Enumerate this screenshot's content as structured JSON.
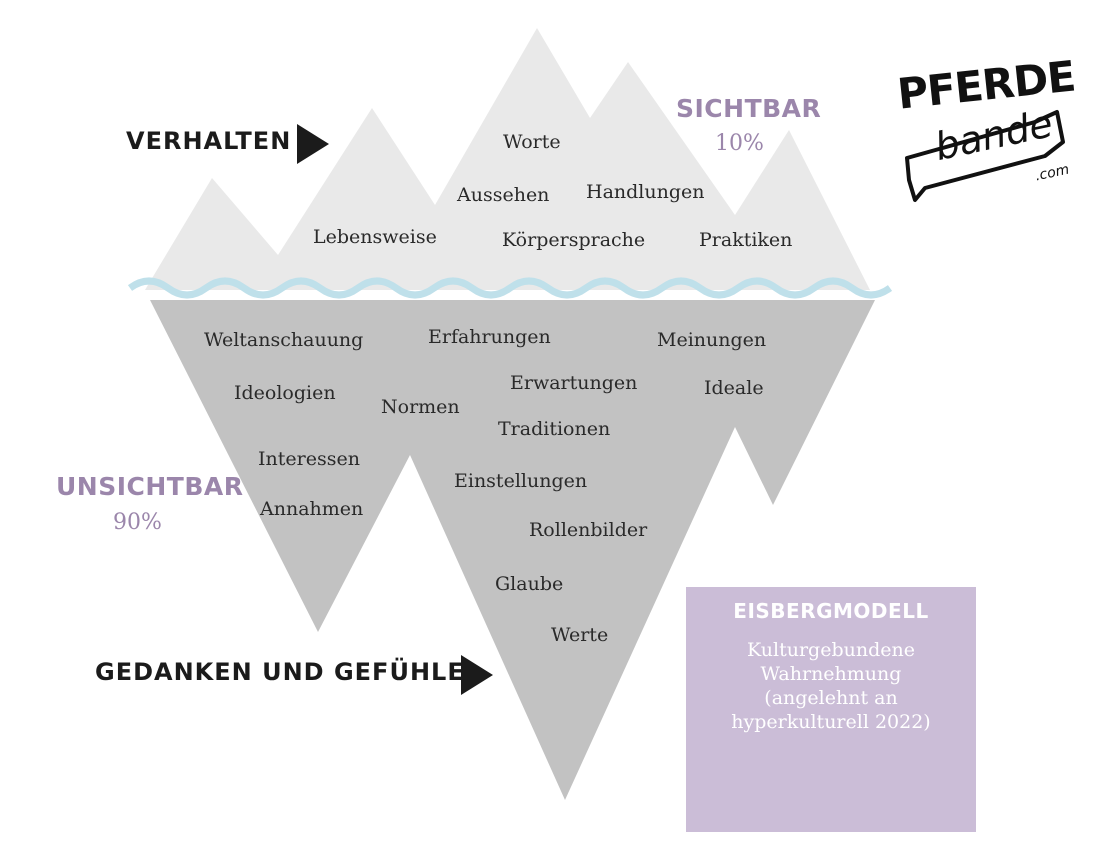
{
  "above": {
    "label": "VERHALTEN",
    "visibility_label": "SICHTBAR",
    "visibility_pct": "10%",
    "items": [
      "Worte",
      "Aussehen",
      "Handlungen",
      "Lebensweise",
      "Körpersprache",
      "Praktiken"
    ]
  },
  "below": {
    "label": "GEDANKEN UND GEFÜHLE",
    "visibility_label": "UNSICHTBAR",
    "visibility_pct": "90%",
    "items": [
      "Weltanschauung",
      "Erfahrungen",
      "Meinungen",
      "Ideologien",
      "Erwartungen",
      "Ideale",
      "Normen",
      "Traditionen",
      "Interessen",
      "Einstellungen",
      "Annahmen",
      "Rollenbilder",
      "Glaube",
      "Werte"
    ]
  },
  "info_box": {
    "title": "EISBERGMODELL",
    "lines": [
      "Kulturgebundene",
      "Wahrnehmung",
      "(angelehnt an",
      "hyperkulturell 2022)"
    ]
  },
  "logo": {
    "line1": "PFERDE",
    "line2": "bande",
    "line3": ".com"
  },
  "colors": {
    "above_water": "#e9e9e9",
    "below_water": "#c2c2c2",
    "water": "#bfe0ea",
    "accent": "#9b86ab",
    "info_box": "#cbbdd7"
  }
}
